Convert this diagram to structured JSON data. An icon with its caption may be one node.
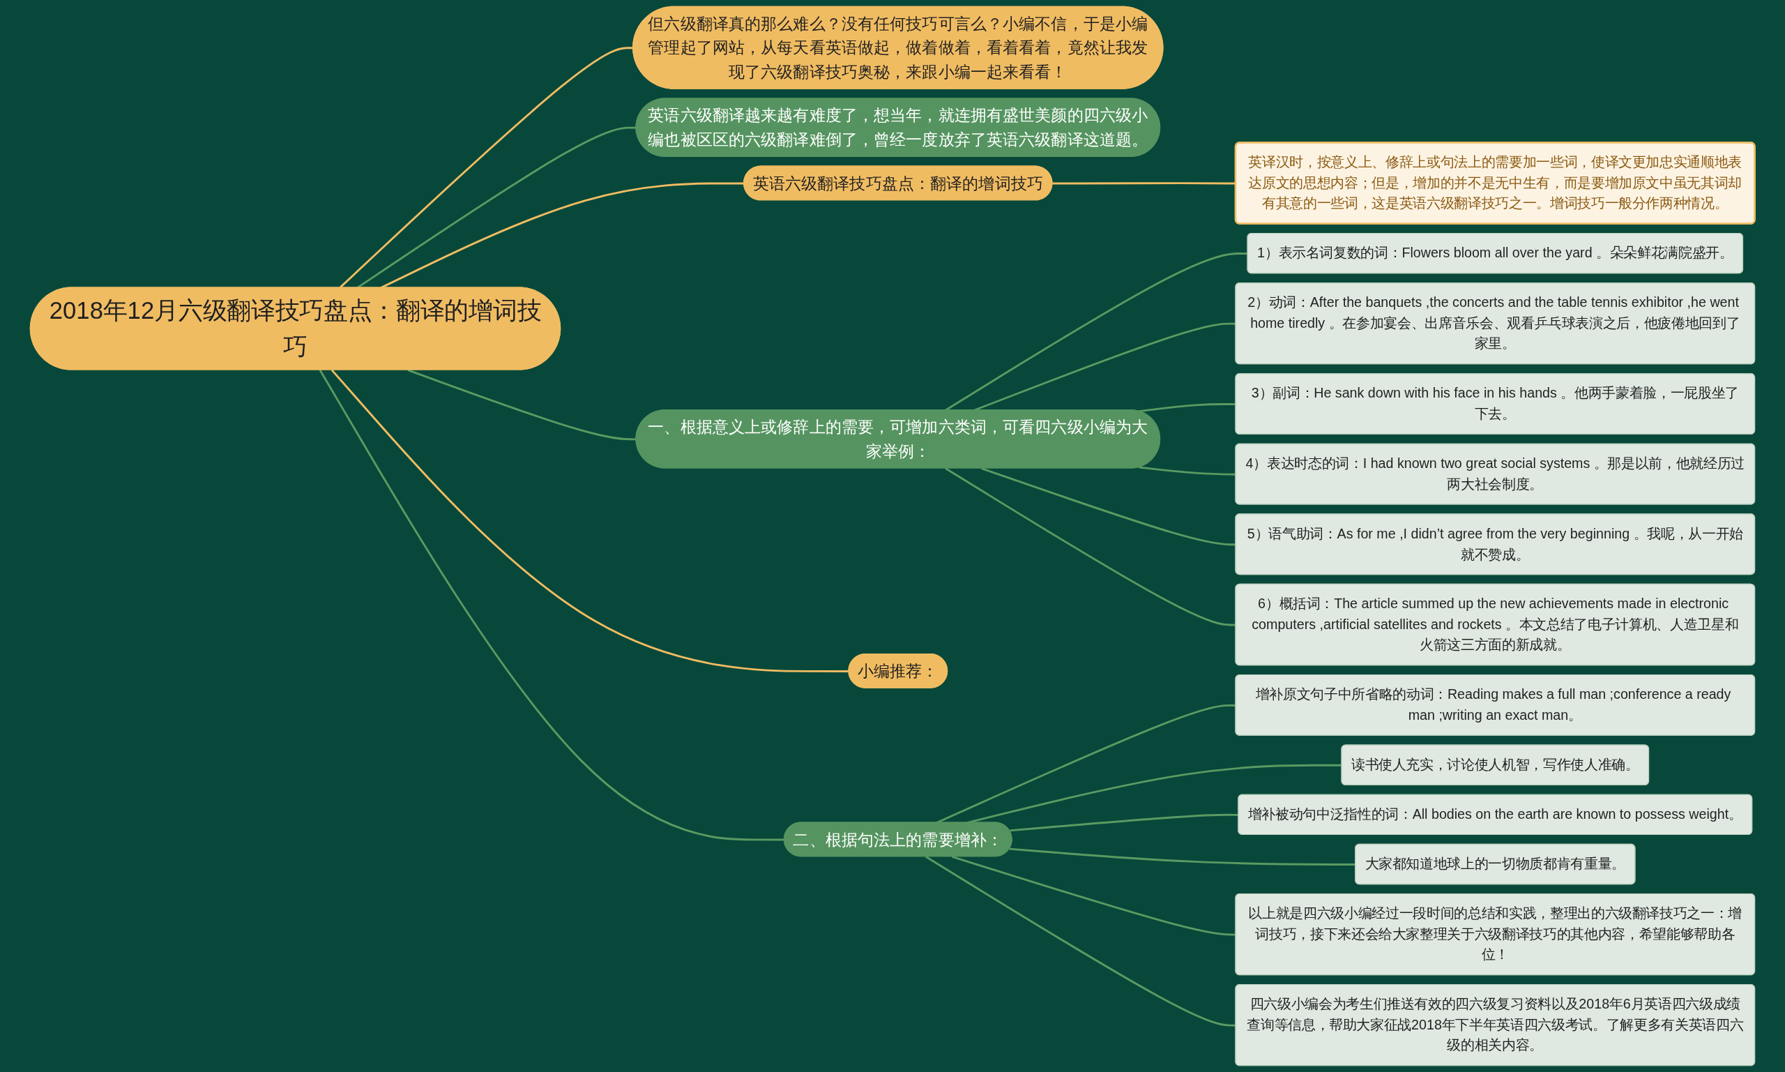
{
  "diagram": {
    "nodes": [
      {
        "text": [
          "2018年12月六级翻译技巧盘点：翻译的增词技巧"
        ]
      },
      {
        "text": [
          "但六级翻译真的那么难么？没有任何技巧可言么？小编不信，于是小编管理起了网站，从每天看英语做起，做着做着，看着看着，竟然让我发现了六级翻译技巧奥秘，来跟小编一起来看看！"
        ]
      },
      {
        "text": [
          "英语六级翻译越来越有难度了，想当年，就连拥有盛世美颜的四六级小编也被区区的六级翻译难倒了，曾经一度放弃了英语六级翻译这道题。"
        ]
      },
      {
        "text": [
          "英语六级翻译技巧盘点：翻译的增词技巧"
        ]
      },
      {
        "text": [
          "英译汉时，按意义上、修辞上或句法上的需要加一些词，使译文更加忠实通顺地表达原文的思想内容；但是，增加的并不是无中生有，而是要增加原文中虽无其词却有其意的一些词，这是英语六级翻译技巧之一。增词技巧一般分作两种情况。"
        ]
      },
      {
        "text": [
          "一、根据意义上或修辞上的需要，可增加六类词，可看四六级小编为大家举例："
        ]
      },
      {
        "text": [
          "1）表示名词复数的词：Flowers bloom all over the yard 。朵朵鲜花满院盛开。"
        ]
      },
      {
        "text": [
          "2）动词：After the banquets ,the concerts and the table tennis exhibitor ,he went home tiredly 。在参加宴会、出席音乐会、观看乒乓球表演之后，他疲倦地回到了家里。"
        ]
      },
      {
        "text": [
          "3）副词：He sank down with his face in his hands 。他两手蒙着脸，一屁股坐了下去。"
        ]
      },
      {
        "text": [
          "4）表达时态的词：I had known two great social systems 。那是以前，他就经历过两大社会制度。"
        ]
      },
      {
        "text": [
          "5）语气助词：As for me ,I didn’t agree from the very beginning 。我呢，从一开始就不赞成。"
        ]
      },
      {
        "text": [
          "6）概括词：The article summed up the new achievements made in electronic computers ,artificial satellites and rockets 。本文总结了电子计算机、人造卫星和火箭这三方面的新成就。"
        ]
      },
      {
        "text": [
          "小编推荐："
        ]
      },
      {
        "text": [
          "二、根据句法上的需要增补："
        ]
      },
      {
        "text": [
          "增补原文句子中所省略的动词：Reading makes a full man ;conference a ready man ;writing an exact man。"
        ]
      },
      {
        "text": [
          "读书使人充实，讨论使人机智，写作使人准确。"
        ]
      },
      {
        "text": [
          "增补被动句中泛指性的词：All bodies on the earth are known to possess weight。"
        ]
      },
      {
        "text": [
          "大家都知道地球上的一切物质都肯有重量。"
        ]
      },
      {
        "text": [
          "以上就是四六级小编经过一段时间的总结和实践，整理出的六级翻译技巧之一：增词技巧，接下来还会给大家整理关于六级翻译技巧的其他内容，希望能够帮助各位！"
        ]
      },
      {
        "text": [
          "四六级小编会为考生们推送有效的四六级复习资料以及2018年6月英语四六级成绩查询等信息，帮助大家征战2018年下半年英语四六级考试。了解更多有关英语四六级的相关内容。"
        ]
      }
    ],
    "edges": [
      {
        "from": 0,
        "to": 1,
        "arrow": "none",
        "color": "#f0bc62"
      },
      {
        "from": 0,
        "to": 2,
        "arrow": "none"
      },
      {
        "from": 0,
        "to": 3,
        "arrow": "none",
        "color": "#f0bc62"
      },
      {
        "from": 3,
        "to": 4,
        "arrow": "none",
        "color": "#f0bc62"
      },
      {
        "from": 0,
        "to": 5,
        "arrow": "none"
      },
      {
        "from": 5,
        "to": 6,
        "arrow": "none"
      },
      {
        "from": 5,
        "to": 7,
        "arrow": "none"
      },
      {
        "from": 5,
        "to": 8,
        "arrow": "none"
      },
      {
        "from": 5,
        "to": 9,
        "arrow": "none"
      },
      {
        "from": 5,
        "to": 10,
        "arrow": "none"
      },
      {
        "from": 5,
        "to": 11,
        "arrow": "none"
      },
      {
        "from": 0,
        "to": 12,
        "arrow": "none",
        "color": "#f0bc62"
      },
      {
        "from": 0,
        "to": 13,
        "arrow": "none"
      },
      {
        "from": 13,
        "to": 14,
        "arrow": "none"
      },
      {
        "from": 13,
        "to": 15,
        "arrow": "none"
      },
      {
        "from": 13,
        "to": 16,
        "arrow": "none"
      },
      {
        "from": 13,
        "to": 17,
        "arrow": "none"
      },
      {
        "from": 13,
        "to": 18,
        "arrow": "none"
      },
      {
        "from": 13,
        "to": 19,
        "arrow": "none"
      }
    ]
  }
}
